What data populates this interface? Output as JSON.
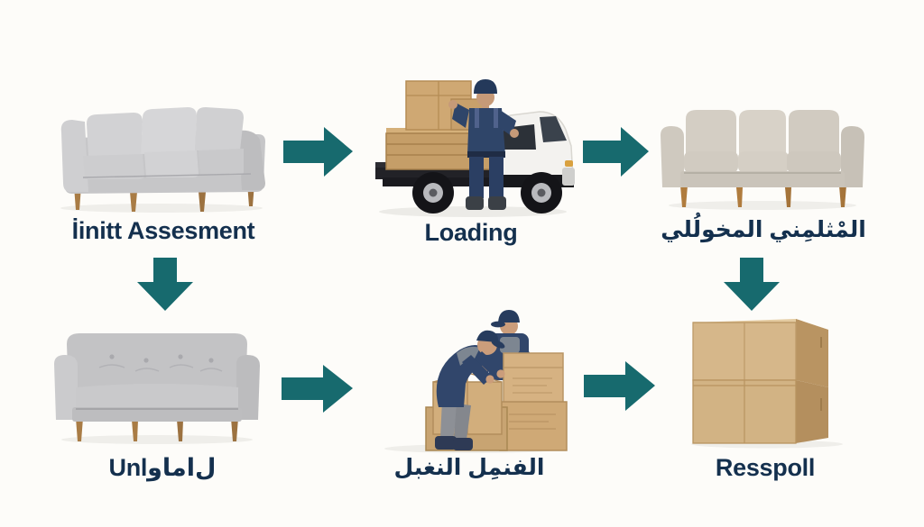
{
  "colors": {
    "accent_teal": "#176a6e",
    "label_navy": "#14304e",
    "background": "#fdfcf9",
    "cardboard": "#d2ae7c",
    "uniform_navy": "#31466b",
    "sofa_gray": "#c9c9cb"
  },
  "steps": [
    {
      "key": "initial-assessment",
      "label": "İinitt Assesment",
      "image": "gray-sofa-angled"
    },
    {
      "key": "loading",
      "label": "Loading",
      "image": "worker-loading-truck"
    },
    {
      "key": "arrival",
      "label": "المْثلمِني المخولُلي",
      "image": "beige-sofa-front"
    },
    {
      "key": "unloading",
      "label": "Unlل‌اماو",
      "image": "gray-tufted-sofa"
    },
    {
      "key": "packing",
      "label": "الفنمِل النغبل",
      "image": "workers-packing-boxes"
    },
    {
      "key": "delivery",
      "label": "Resspoll",
      "image": "stacked-cardboard-boxes"
    }
  ],
  "flow": {
    "right_arrows": 4,
    "down_arrows": 2
  }
}
